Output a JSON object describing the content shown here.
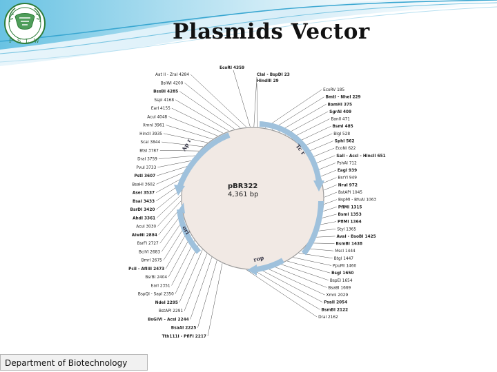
{
  "slide": {
    "title": "Plasmids Vector",
    "footer": "Department of Biotechnology"
  },
  "logo": {
    "text": "P S L W"
  },
  "plasmid": {
    "name": "pBR322",
    "size": "4,361 bp",
    "genes": [
      "Ap r",
      "Tc r",
      "ori",
      "rop"
    ],
    "sites_left": [
      {
        "name": "Aat II - ZraI",
        "pos": "4284"
      },
      {
        "name": "BsiWI",
        "pos": "4200"
      },
      {
        "name": "BssBI",
        "pos": "4285"
      },
      {
        "name": "SspI",
        "pos": "4168"
      },
      {
        "name": "EarI",
        "pos": "4155"
      },
      {
        "name": "AcuI",
        "pos": "4048"
      },
      {
        "name": "XmnI",
        "pos": "3961"
      },
      {
        "name": "HincII",
        "pos": "3935"
      },
      {
        "name": "ScaI",
        "pos": "3844"
      },
      {
        "name": "BtsI",
        "pos": "3787"
      },
      {
        "name": "DraI",
        "pos": "3759"
      },
      {
        "name": "PvuI",
        "pos": "3733"
      },
      {
        "name": "PstI",
        "pos": "3607"
      },
      {
        "name": "BsaHI",
        "pos": "3602"
      },
      {
        "name": "AseI",
        "pos": "3537"
      },
      {
        "name": "BsaI",
        "pos": "3433"
      },
      {
        "name": "BsrDI",
        "pos": "3420"
      },
      {
        "name": "AhdI",
        "pos": "3361"
      },
      {
        "name": "AcuI",
        "pos": "3030"
      },
      {
        "name": "AlwNI",
        "pos": "2884"
      },
      {
        "name": "BsrFI",
        "pos": "2727"
      },
      {
        "name": "BciVI",
        "pos": "2683"
      },
      {
        "name": "BmrI",
        "pos": "2675"
      },
      {
        "name": "PciI - AfIIII",
        "pos": "2473"
      },
      {
        "name": "BsrBI",
        "pos": "2404"
      },
      {
        "name": "EarI",
        "pos": "2351"
      },
      {
        "name": "BspQI - SapI",
        "pos": "2350"
      },
      {
        "name": "NdeI",
        "pos": "2295"
      },
      {
        "name": "BstAPI",
        "pos": "2291"
      },
      {
        "name": "BsGIVI - AcsI",
        "pos": "2244"
      },
      {
        "name": "BsaAI",
        "pos": "2225"
      },
      {
        "name": "Tth111I - PflFI",
        "pos": "2217"
      }
    ],
    "sites_top": [
      {
        "name": "EcoRI",
        "pos": "4359"
      },
      {
        "name": "ClaI - BspDI",
        "pos": "23"
      },
      {
        "name": "HindIII",
        "pos": "29"
      }
    ],
    "sites_right": [
      {
        "name": "EcoRV",
        "pos": "185"
      },
      {
        "name": "BmtI - NheI",
        "pos": "229"
      },
      {
        "name": "BamHI",
        "pos": "375"
      },
      {
        "name": "SgrAI",
        "pos": "409"
      },
      {
        "name": "BanII",
        "pos": "471"
      },
      {
        "name": "BsmI",
        "pos": "485"
      },
      {
        "name": "BlgI",
        "pos": "528"
      },
      {
        "name": "SphI",
        "pos": "562"
      },
      {
        "name": "EcoNI",
        "pos": "622"
      },
      {
        "name": "SalI - AccI - HincII",
        "pos": "651"
      },
      {
        "name": "PshAI",
        "pos": "712"
      },
      {
        "name": "EagI",
        "pos": "939"
      },
      {
        "name": "BsrYI",
        "pos": "949"
      },
      {
        "name": "NruI",
        "pos": "972"
      },
      {
        "name": "BstAPI",
        "pos": "1045"
      },
      {
        "name": "BspMI - BfuAI",
        "pos": "1063"
      },
      {
        "name": "PflMI",
        "pos": "1315"
      },
      {
        "name": "BsmI",
        "pos": "1353"
      },
      {
        "name": "PflMI",
        "pos": "1364"
      },
      {
        "name": "StyI",
        "pos": "1365"
      },
      {
        "name": "AvaI - BsoBI",
        "pos": "1425"
      },
      {
        "name": "BsmBI",
        "pos": "1438"
      },
      {
        "name": "MscI",
        "pos": "1444"
      },
      {
        "name": "BtgI",
        "pos": "1447"
      },
      {
        "name": "PpuMI",
        "pos": "1460"
      },
      {
        "name": "BsgI",
        "pos": "1650"
      },
      {
        "name": "BspEI",
        "pos": "1654"
      },
      {
        "name": "BsaBI",
        "pos": "1669"
      },
      {
        "name": "XmnI",
        "pos": "2029"
      },
      {
        "name": "PsaII",
        "pos": "2054"
      },
      {
        "name": "BsmBI",
        "pos": "2122"
      },
      {
        "name": "DraI",
        "pos": "2162"
      }
    ]
  },
  "colors": {
    "header_blue": "#2aa3cf",
    "header_light": "#bfe6f3",
    "circle_fill": "#f1e9e4",
    "circle_stroke": "#9a9a9a",
    "arrow_blue": "#9fc1dc",
    "logo_green": "#2f7d3a"
  }
}
